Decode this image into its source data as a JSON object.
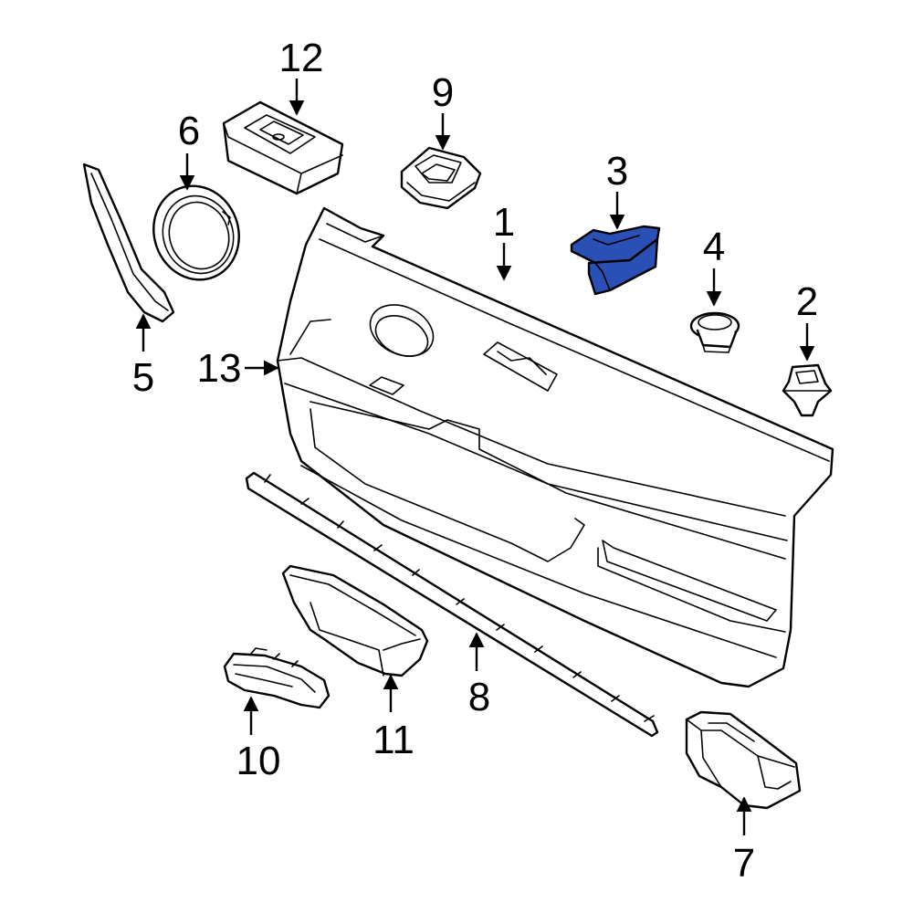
{
  "highlight_color": "#2a4fb5",
  "highlighted_part": "3",
  "callouts": {
    "c1": "1",
    "c2": "2",
    "c3": "3",
    "c4": "4",
    "c5": "5",
    "c6": "6",
    "c7": "7",
    "c8": "8",
    "c9": "9",
    "c10": "10",
    "c11": "11",
    "c12": "12",
    "c13": "13"
  }
}
